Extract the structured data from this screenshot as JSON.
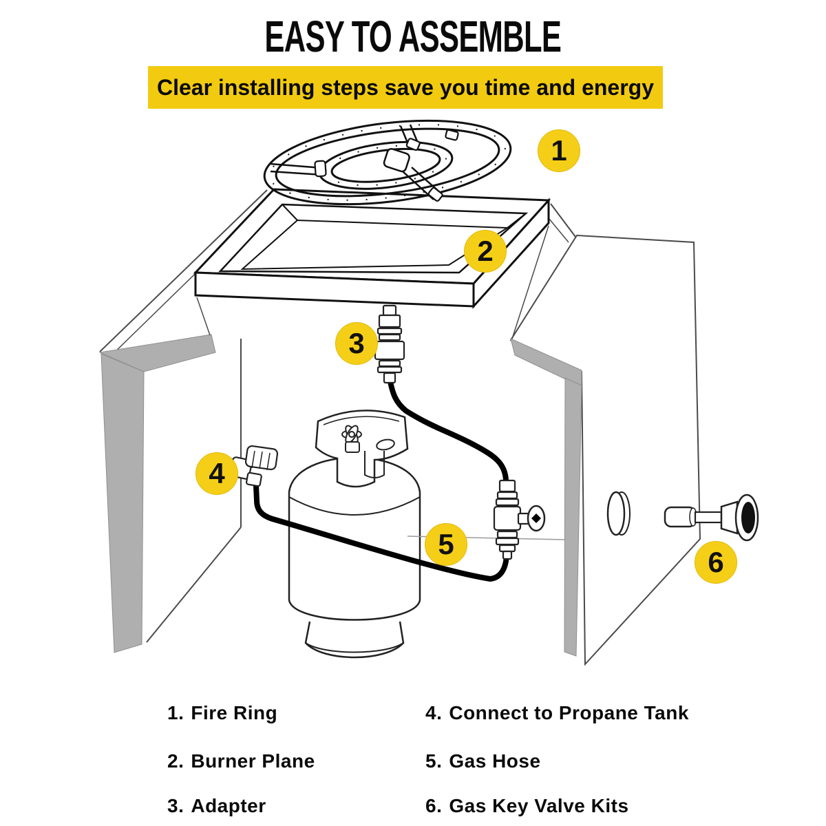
{
  "header": {
    "title": "EASY TO ASSEMBLE",
    "subtitle": "Clear installing steps save you time and energy"
  },
  "colors": {
    "accent_yellow": "#F2CB10",
    "callout_yellow": "#F5CF17",
    "panel_gray": "#AFAFAF",
    "line_black": "#111111"
  },
  "callouts": [
    {
      "number": "1",
      "label": "Fire Ring"
    },
    {
      "number": "2",
      "label": "Burner Plane"
    },
    {
      "number": "3",
      "label": "Adapter"
    },
    {
      "number": "4",
      "label": "Connect to Propane Tank"
    },
    {
      "number": "5",
      "label": "Gas Hose"
    },
    {
      "number": "6",
      "label": "Gas Key Valve Kits"
    }
  ],
  "legend": {
    "items": [
      {
        "number": "1.",
        "label": "Fire Ring"
      },
      {
        "number": "2.",
        "label": "Burner Plane"
      },
      {
        "number": "3.",
        "label": "Adapter"
      },
      {
        "number": "4.",
        "label": "Connect to Propane Tank"
      },
      {
        "number": "5.",
        "label": "Gas Hose"
      },
      {
        "number": "6.",
        "label": "Gas Key Valve Kits"
      }
    ]
  }
}
